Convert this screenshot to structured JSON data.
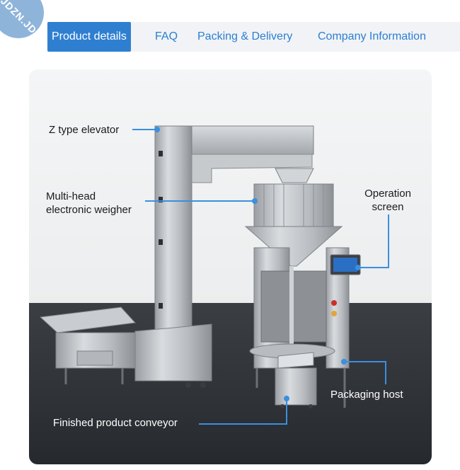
{
  "logo": {
    "text": "JDZN.JD"
  },
  "tabs": [
    {
      "label": "Product  details",
      "active": true
    },
    {
      "label": "FAQ",
      "active": false
    },
    {
      "label": "Packing & Delivery",
      "active": false
    },
    {
      "label": "Company  Information",
      "active": false
    }
  ],
  "callouts": {
    "z_elevator": "Z type elevator",
    "weigher_line1": "Multi-head",
    "weigher_line2": "electronic weigher",
    "screen_line1": "Operation",
    "screen_line2": "screen",
    "packaging_host": "Packaging host",
    "conveyor": "Finished product conveyor"
  },
  "colors": {
    "accent": "#2f7fd1",
    "tab_bg": "#f1f3f6",
    "callout_line": "#3a8fe0",
    "touchscreen": "#2a6fc4"
  }
}
